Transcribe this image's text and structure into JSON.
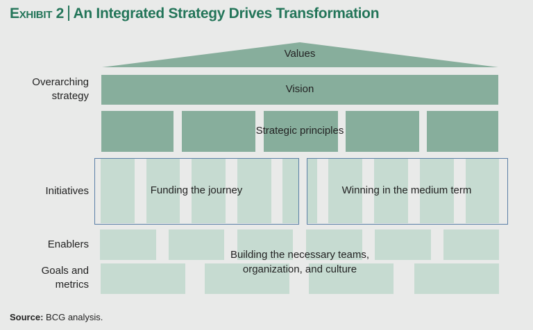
{
  "title": {
    "exhibit": "Exhibit 2",
    "text": "An Integrated Strategy Drives Transformation"
  },
  "side_labels": {
    "overarching": [
      "Overarching",
      "strategy"
    ],
    "initiatives": "Initiatives",
    "enablers": "Enablers",
    "goals": [
      "Goals and",
      "metrics"
    ]
  },
  "house": {
    "values": "Values",
    "vision": "Vision",
    "principles": "Strategic principles",
    "initiative_left": "Funding the journey",
    "initiative_right": "Winning in the medium term",
    "foundation": [
      "Building the necessary teams,",
      "organization, and culture"
    ]
  },
  "source": {
    "label": "Source:",
    "text": "BCG analysis."
  },
  "colors": {
    "accent": "#237559",
    "dark_block": "#87ae9c",
    "light_block": "#c6dbd1",
    "border": "#5a7ea6"
  }
}
